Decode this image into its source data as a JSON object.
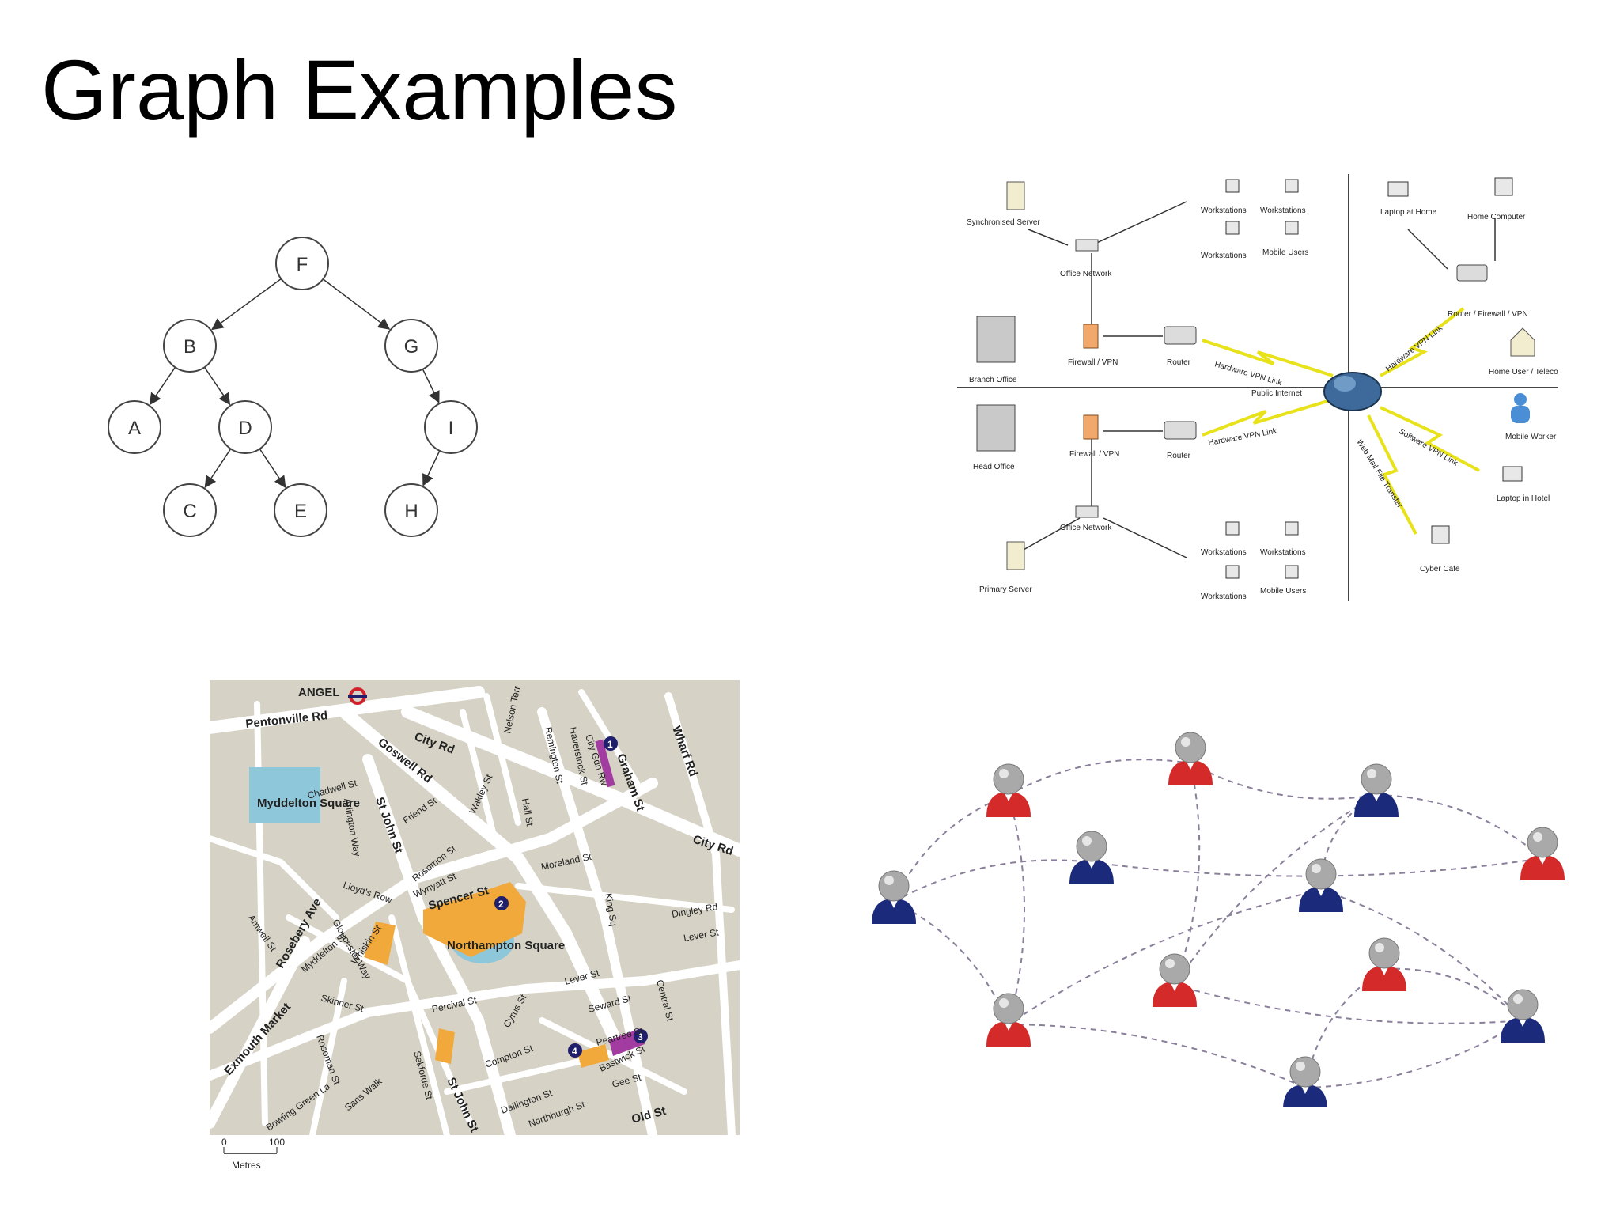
{
  "slide": {
    "title": "Graph Examples"
  },
  "tree": {
    "nodes": [
      {
        "id": "F",
        "label": "F"
      },
      {
        "id": "B",
        "label": "B"
      },
      {
        "id": "G",
        "label": "G"
      },
      {
        "id": "A",
        "label": "A"
      },
      {
        "id": "D",
        "label": "D"
      },
      {
        "id": "I",
        "label": "I"
      },
      {
        "id": "C",
        "label": "C"
      },
      {
        "id": "E",
        "label": "E"
      },
      {
        "id": "H",
        "label": "H"
      }
    ],
    "edges": [
      [
        "F",
        "B"
      ],
      [
        "F",
        "G"
      ],
      [
        "B",
        "A"
      ],
      [
        "B",
        "D"
      ],
      [
        "D",
        "C"
      ],
      [
        "D",
        "E"
      ],
      [
        "G",
        "I"
      ],
      [
        "I",
        "H"
      ]
    ]
  },
  "network": {
    "labels": {
      "sync_server": "Synchronised Server",
      "ws1": "Workstations",
      "ws2": "Workstations",
      "ws3": "Workstations",
      "mobile_users_top": "Mobile Users",
      "office_network_top": "Office Network",
      "branch_office": "Branch Office",
      "firewall_top": "Firewall / VPN",
      "router_top": "Router",
      "vpn_link_top": "Hardware VPN Link",
      "public_internet": "Public Internet",
      "laptop_home": "Laptop at Home",
      "home_computer": "Home Computer",
      "router_firewall_vpn": "Router / Firewall / VPN",
      "vpn_link_right": "Hardware VPN Link",
      "home_user": "Home User / Telecommuter",
      "mobile_worker": "Mobile Worker",
      "software_vpn": "Software VPN Link",
      "laptop_hotel": "Laptop in Hotel",
      "web_mail": "Web Mail File Transfer",
      "cyber_cafe": "Cyber Cafe",
      "head_office": "Head Office",
      "firewall_bottom": "Firewall / VPN",
      "router_bottom": "Router",
      "vpn_link_bottom": "Hardware VPN Link",
      "office_network_bottom": "Office Network",
      "primary_server": "Primary Server",
      "ws4": "Workstations",
      "ws5": "Workstations",
      "ws6": "Workstations",
      "mobile_users_bottom": "Mobile Users"
    }
  },
  "map": {
    "colors": {
      "background": "#d6d3c6",
      "roads": "#ffffff",
      "buildings": "#f2a93b",
      "water": "#8fc7da",
      "highlight": "#a33ca0"
    },
    "labels": {
      "angel": "ANGEL",
      "pentonville": "Pentonville Rd",
      "city_rd_top": "City Rd",
      "goswell": "Goswell Rd",
      "nelson": "Nelson Terr",
      "remington": "Remington St",
      "haverstock": "Haverstock St",
      "city_gdn": "City Gdn Rw",
      "graham": "Graham St",
      "wharf": "Wharf Rd",
      "myddelton_sq": "Myddelton Square",
      "chadwell": "Chadwell St",
      "amwell_top": "Arlington Way",
      "st_john_top": "St John St",
      "friend": "Friend St",
      "wakley": "Wakley St",
      "hall": "Hall St",
      "moreland": "Moreland St",
      "city_rd_right": "City Rd",
      "rosoman_top": "Rosomon St",
      "wynyatt": "Wynyatt St",
      "spencer": "Spencer St",
      "lloyds_row": "Lloyd's Row",
      "amwell": "Amwell St",
      "rosebery": "Rosebery Ave",
      "gloucester": "Gloucester Way",
      "myddelton_st": "Myddelton St",
      "whiskin": "Whiskin St",
      "northampton_sq": "Northampton Square",
      "king_sq": "King Sq",
      "dingley": "Dingley Rd",
      "lever_right": "Lever St",
      "lever": "Lever St",
      "exmouth": "Exmouth Market",
      "skinner": "Skinner St",
      "percival": "Percival St",
      "cyrus": "Cyrus St",
      "seward": "Seward St",
      "central": "Central St",
      "rosoman": "Rosoman St",
      "peartree": "Peartree St",
      "compton": "Compton St",
      "bastwick": "Bastwick St",
      "gee": "Gee St",
      "sans_walk": "Sans Walk",
      "sekforde": "Sekforde St",
      "st_john_bottom": "St John St",
      "bowling_green": "Bowling Green La",
      "dallington": "Dallington St",
      "northburgh": "Northburgh St",
      "old_st": "Old St",
      "scale_0": "0",
      "scale_100": "100",
      "metres": "Metres",
      "marker_1": "1",
      "marker_2": "2",
      "marker_3": "3",
      "marker_4": "4"
    }
  },
  "social": {
    "colors": {
      "red": "#d42a2a",
      "blue": "#1b2a7a",
      "head": "#a9a9a9",
      "edge": "#8a7f9a"
    }
  }
}
